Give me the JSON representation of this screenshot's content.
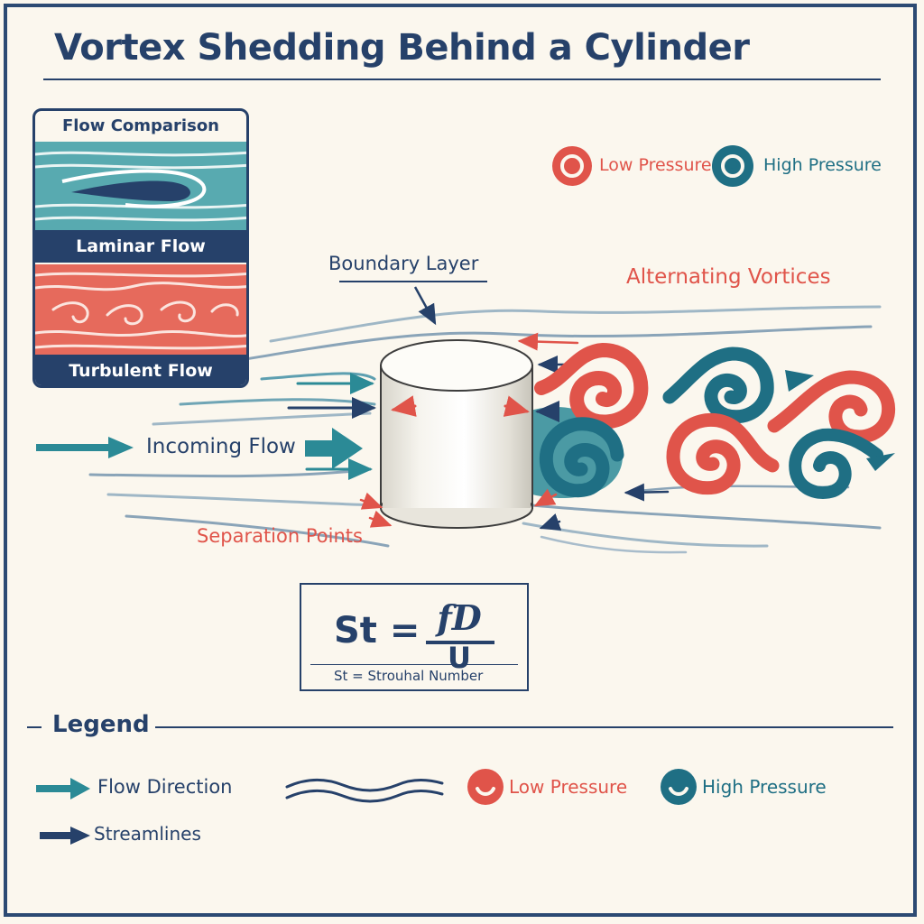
{
  "title": "Vortex Shedding Behind a Cylinder",
  "flow_comparison": {
    "title": "Flow Comparison",
    "laminar_label": "Laminar Flow",
    "turbulent_label": "Turbulent Flow"
  },
  "pressure_key": {
    "low": "Low Pressure",
    "high": "High Pressure"
  },
  "labels": {
    "boundary_layer": "Boundary Layer",
    "alternating_vortices": "Alternating Vortices",
    "incoming_flow": "Incoming Flow",
    "separation_points": "Separation Points"
  },
  "formula": {
    "lhs": "St =",
    "numerator": "fD",
    "denominator": "U",
    "definition": "St = Strouhal Number"
  },
  "legend": {
    "title": "Legend",
    "flow_direction": "Flow Direction",
    "streamlines": "Streamlines",
    "low_pressure": "Low Pressure",
    "high_pressure": "High Pressure"
  },
  "colors": {
    "navy": "#26416a",
    "teal": "#1f6f84",
    "red": "#e0544a",
    "background": "#fbf7ee"
  }
}
